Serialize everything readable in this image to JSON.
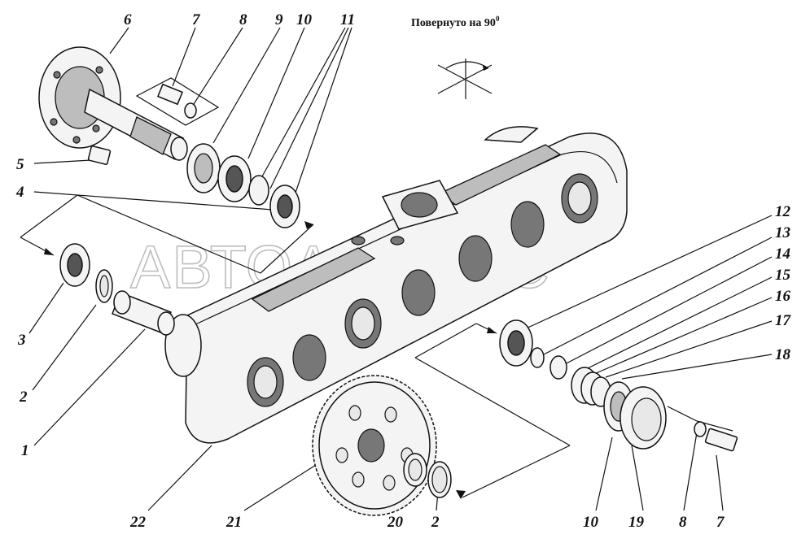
{
  "caption": {
    "text": "Повернуто на 90",
    "superscript": "0"
  },
  "watermark": "АВТОАЛЬЯНС",
  "part_labels": [
    {
      "id": "p6",
      "text": "6"
    },
    {
      "id": "p7a",
      "text": "7"
    },
    {
      "id": "p8a",
      "text": "8"
    },
    {
      "id": "p9",
      "text": "9"
    },
    {
      "id": "p10a",
      "text": "10"
    },
    {
      "id": "p11",
      "text": "11"
    },
    {
      "id": "p5",
      "text": "5"
    },
    {
      "id": "p4",
      "text": "4"
    },
    {
      "id": "p3",
      "text": "3"
    },
    {
      "id": "p2a",
      "text": "2"
    },
    {
      "id": "p1",
      "text": "1"
    },
    {
      "id": "p12",
      "text": "12"
    },
    {
      "id": "p13",
      "text": "13"
    },
    {
      "id": "p14",
      "text": "14"
    },
    {
      "id": "p15",
      "text": "15"
    },
    {
      "id": "p16",
      "text": "16"
    },
    {
      "id": "p17",
      "text": "17"
    },
    {
      "id": "p18",
      "text": "18"
    },
    {
      "id": "p22",
      "text": "22"
    },
    {
      "id": "p21",
      "text": "21"
    },
    {
      "id": "p20",
      "text": "20"
    },
    {
      "id": "p2b",
      "text": "2"
    },
    {
      "id": "p10b",
      "text": "10"
    },
    {
      "id": "p19",
      "text": "19"
    },
    {
      "id": "p8b",
      "text": "8"
    },
    {
      "id": "p7b",
      "text": "7"
    }
  ]
}
